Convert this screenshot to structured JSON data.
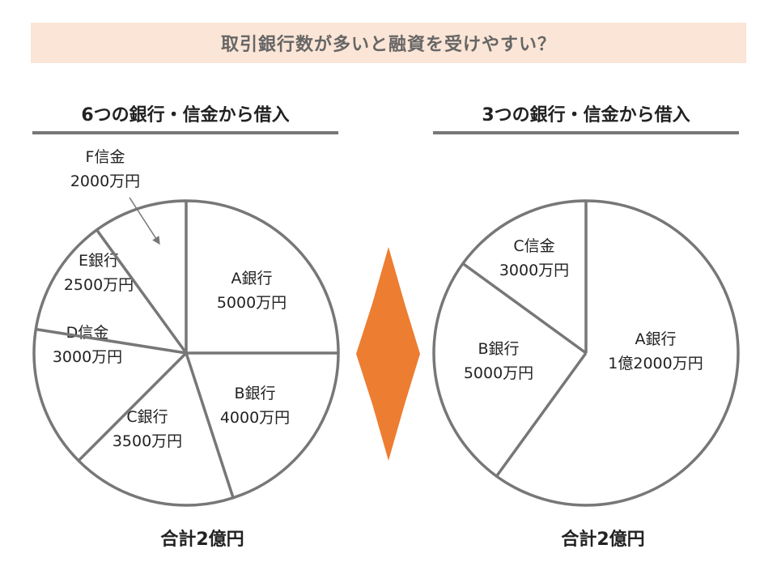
{
  "title": "取引銀行数が多いと融資を受けやすい？",
  "colors": {
    "banner_bg": "#fbe5d6",
    "pie_stroke": "#777777",
    "arrow": "#ed7d31"
  },
  "chart_data": [
    {
      "type": "pie",
      "title": "6つの銀行・信金から借入",
      "total_label": "合計2億円",
      "slices": [
        {
          "name": "A銀行",
          "amount_label": "5000万円",
          "value": 5000
        },
        {
          "name": "B銀行",
          "amount_label": "4000万円",
          "value": 4000
        },
        {
          "name": "C銀行",
          "amount_label": "3500万円",
          "value": 3500
        },
        {
          "name": "D信金",
          "amount_label": "3000万円",
          "value": 3000
        },
        {
          "name": "E銀行",
          "amount_label": "2500万円",
          "value": 2500
        },
        {
          "name": "F信金",
          "amount_label": "2000万円",
          "value": 2000
        }
      ]
    },
    {
      "type": "pie",
      "title": "3つの銀行・信金から借入",
      "total_label": "合計2億円",
      "slices": [
        {
          "name": "A銀行",
          "amount_label": "1億2000万円",
          "value": 12000
        },
        {
          "name": "B銀行",
          "amount_label": "5000万円",
          "value": 5000
        },
        {
          "name": "C信金",
          "amount_label": "3000万円",
          "value": 3000
        }
      ]
    }
  ]
}
